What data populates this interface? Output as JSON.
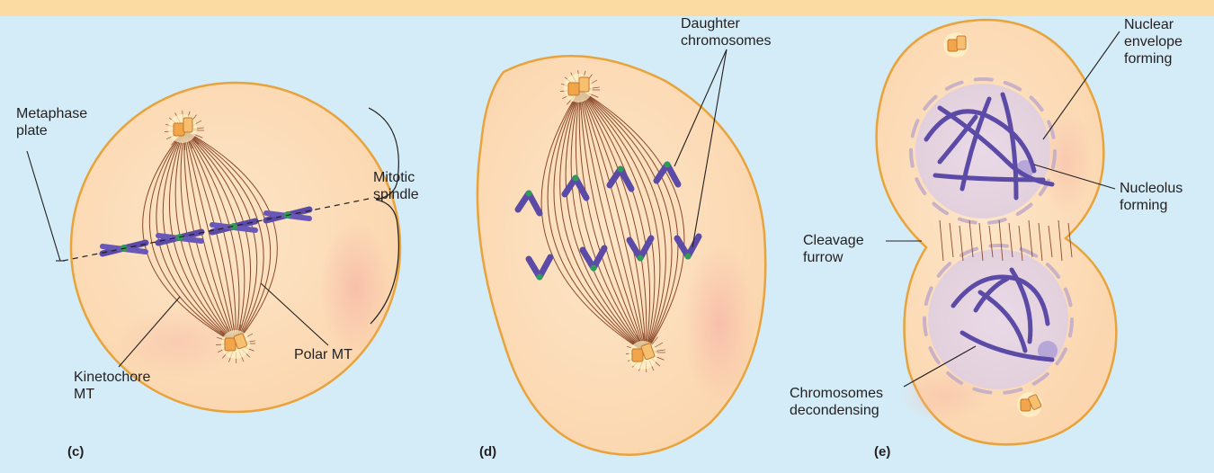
{
  "panels": [
    {
      "letter": "(c)"
    },
    {
      "letter": "(d)"
    },
    {
      "letter": "(e)"
    }
  ],
  "labels": {
    "metaphase_plate": [
      "Metaphase",
      "plate"
    ],
    "mitotic_spindle": [
      "Mitotic",
      "spindle"
    ],
    "kinetochore_mt": [
      "Kinetochore",
      "MT"
    ],
    "polar_mt": "Polar MT",
    "daughter_chromosomes": [
      "Daughter",
      "chromosomes"
    ],
    "nuclear_envelope_forming": [
      "Nuclear",
      "envelope",
      "forming"
    ],
    "nucleolus_forming": [
      "Nucleolus",
      "forming"
    ],
    "cleavage_furrow": [
      "Cleavage",
      "furrow"
    ],
    "chromosomes_decondensing": [
      "Chromosomes",
      "decondensing"
    ]
  },
  "colors": {
    "background": "#d4ecf7",
    "top_band": "#fbdba1",
    "cell_fill": "#fcdcb5",
    "cell_outline": "#e8a33c",
    "microtubule": "#8a4a2b",
    "chromosome": "#5b4aa6",
    "kinetochore": "#2f9a5a",
    "centrosome": "#f2a54a",
    "nucleus_fill": "#e6d8e6",
    "envelope": "#c9b2c8",
    "nucleolus": "#b7a7d8"
  },
  "icons": [
    "centrosome-icon",
    "chromosome-icon"
  ]
}
